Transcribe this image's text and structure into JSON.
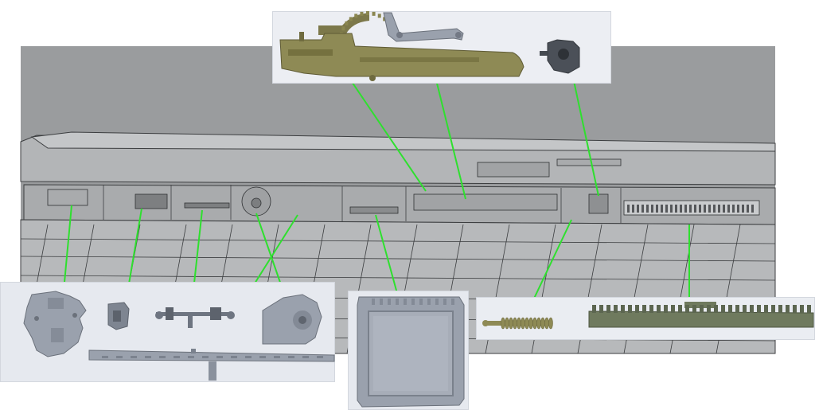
{
  "render": {
    "title": "",
    "background": "#ffffff",
    "render_background": "#9a9c9e",
    "model_colors": {
      "hull_light": "#b9bbbd",
      "hull_mid": "#a7a9ab",
      "hull_dark": "#8e9092",
      "line": "#3c3e40"
    }
  },
  "callout_line_color": "#2ee02e",
  "part_colors": {
    "olive": "#8e8a55",
    "olive_dark": "#6f6b3f",
    "grey": "#9aa1ad",
    "grey_dark": "#757c88",
    "dark_grey": "#4b5058"
  },
  "parts": [
    {
      "name": "gun-cradle-with-elevation-gear",
      "color": "olive",
      "panel": "top"
    },
    {
      "name": "pivot-link-arm",
      "color": "grey",
      "panel": "top"
    },
    {
      "name": "trunnion-block",
      "color": "dark_grey",
      "panel": "top"
    },
    {
      "name": "mounting-plate",
      "color": "grey",
      "panel": "bottom-left"
    },
    {
      "name": "small-bracket",
      "color": "grey",
      "panel": "bottom-left"
    },
    {
      "name": "drive-shaft-assembly",
      "color": "grey",
      "panel": "bottom-left"
    },
    {
      "name": "gear-housing",
      "color": "grey",
      "panel": "bottom-left"
    },
    {
      "name": "long-rail-with-post",
      "color": "grey",
      "panel": "bottom-left"
    },
    {
      "name": "hatch-frame",
      "color": "grey",
      "panel": "bottom-mid"
    },
    {
      "name": "recuperator-spring",
      "color": "olive",
      "panel": "bottom-right"
    },
    {
      "name": "toothed-rack-strip",
      "color": "olive",
      "panel": "bottom-right"
    }
  ]
}
